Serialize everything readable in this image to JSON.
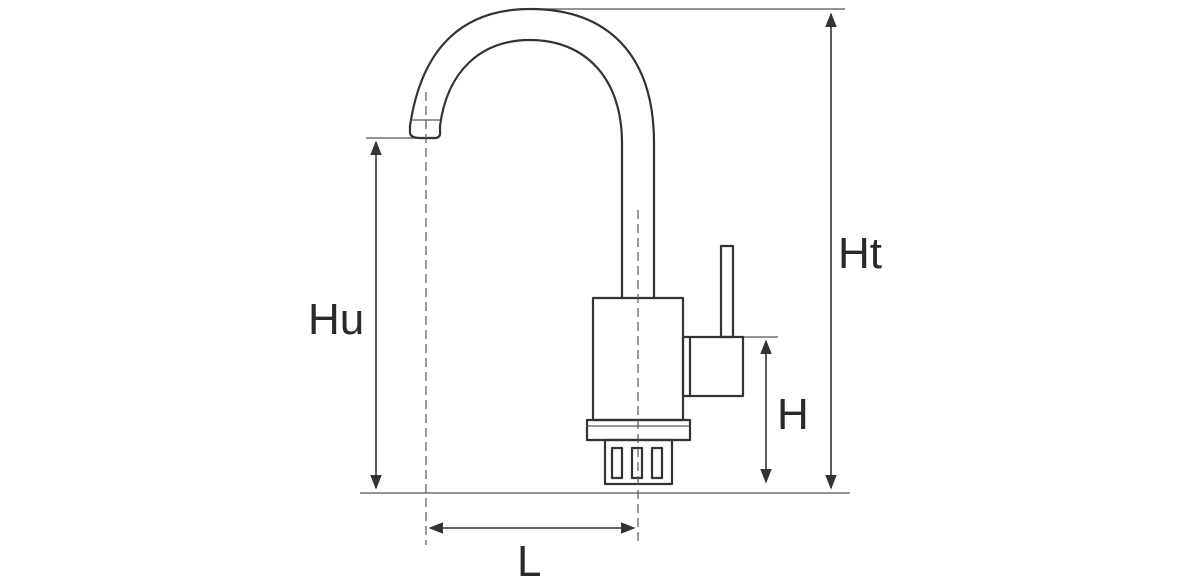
{
  "labels": {
    "ht": "Ht",
    "hu": "Hu",
    "h": "H",
    "l": "L"
  },
  "colors": {
    "line": "#333333",
    "background": "#ffffff"
  }
}
